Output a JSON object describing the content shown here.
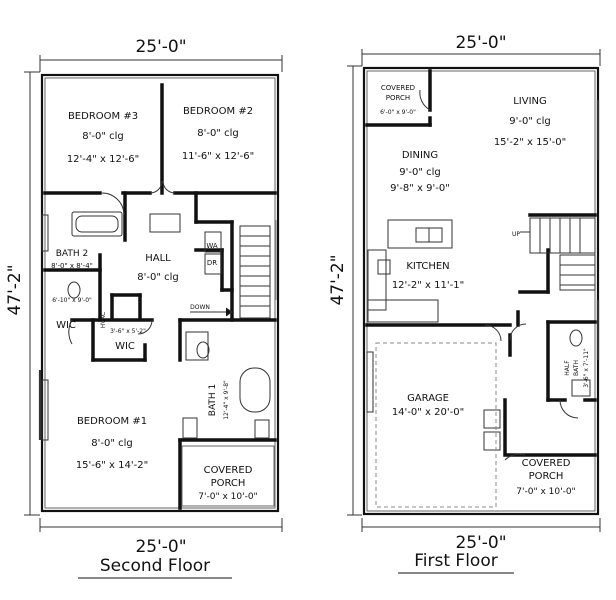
{
  "second_floor": {
    "title": "Second Floor",
    "dim_top": "25'-0\"",
    "dim_bottom": "25'-0\"",
    "dim_side": "47'-2\"",
    "rooms": {
      "bedroom3": {
        "name": "BEDROOM #3",
        "ceiling": "8'-0\" clg",
        "size": "12'-4\" x 12'-6\""
      },
      "bedroom2": {
        "name": "BEDROOM #2",
        "ceiling": "8'-0\" clg",
        "size": "11'-6\" x 12'-6\""
      },
      "bath2": {
        "name": "BATH 2",
        "size": "8'-0\" x 8'-4\""
      },
      "hall": {
        "name": "HALL",
        "ceiling": "8'-0\" clg"
      },
      "wa": "WA",
      "dr": "DR",
      "down": "DOWN",
      "wic1": {
        "name": "WIC",
        "size": "6'-10\" x 9'-0\""
      },
      "hvac": "HVAC",
      "wic2": {
        "name": "WIC",
        "size": "3'-6\" x 5'-2\""
      },
      "bath1": {
        "name": "BATH 1",
        "size": "12'-4\" x 9'-8\""
      },
      "bedroom1": {
        "name": "BEDROOM #1",
        "ceiling": "8'-0\" clg",
        "size": "15'-6\" x 14'-2\""
      },
      "porch": {
        "name1": "COVERED",
        "name2": "PORCH",
        "size": "7'-0\" x 10'-0\""
      }
    }
  },
  "first_floor": {
    "title": "First Floor",
    "dim_top": "25'-0\"",
    "dim_bottom": "25'-0\"",
    "dim_side": "47'-2\"",
    "rooms": {
      "porch_top": {
        "name1": "COVERED",
        "name2": "PORCH",
        "size": "6'-0\" x 9'-0\""
      },
      "living": {
        "name": "LIVING",
        "ceiling": "9'-0\" clg",
        "size": "15'-2\" x 15'-0\""
      },
      "dining": {
        "name": "DINING",
        "ceiling": "9'-0\" clg",
        "size": "9'-8\" x 9'-0\""
      },
      "up": "UP",
      "kitchen": {
        "name": "KITCHEN",
        "size": "12'-2\" x 11'-1\""
      },
      "garage": {
        "name": "GARAGE",
        "size": "14'-0\" x 20'-0\""
      },
      "half_bath": {
        "name1": "HALF",
        "name2": "BATH",
        "size": "3'-6\" x 7'-11\""
      },
      "porch_bottom": {
        "name1": "COVERED",
        "name2": "PORCH",
        "size": "7'-0\" x 10'-0\""
      }
    }
  },
  "colors": {
    "wall": "#111111",
    "line": "#555555",
    "background": "#ffffff"
  }
}
